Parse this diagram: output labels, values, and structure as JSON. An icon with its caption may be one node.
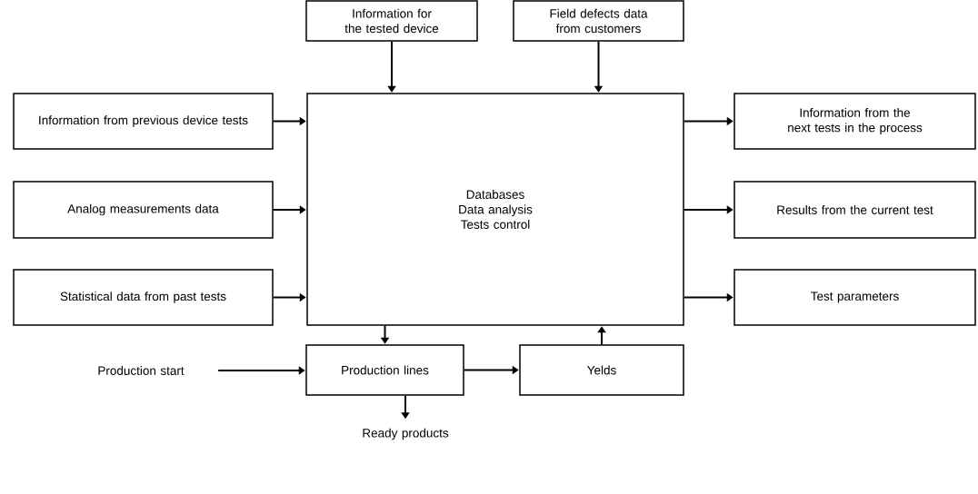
{
  "diagram": {
    "nodes": [
      {
        "text": [
          "Databases",
          "Data analysis",
          "Tests control"
        ]
      },
      {
        "text": [
          "Information for the tested device"
        ]
      },
      {
        "text": [
          "Field defects data from customers"
        ]
      },
      {
        "text": [
          "Information from previous device tests"
        ]
      },
      {
        "text": [
          "Analog measurements data"
        ]
      },
      {
        "text": [
          "Statistical data from past tests"
        ]
      },
      {
        "text": [
          "Information from the next tests in the process"
        ]
      },
      {
        "text": [
          "Results from the current test"
        ]
      },
      {
        "text": [
          "Test parameters"
        ]
      },
      {
        "text": [
          "Production lines"
        ]
      },
      {
        "text": [
          "Yelds"
        ]
      },
      {
        "text": [
          "Production start"
        ]
      },
      {
        "text": [
          "Ready products"
        ]
      }
    ],
    "edges": [
      {
        "from": 1,
        "to": 0,
        "arrow": "to"
      },
      {
        "from": 2,
        "to": 0,
        "arrow": "to"
      },
      {
        "from": 3,
        "to": 0,
        "arrow": "to"
      },
      {
        "from": 4,
        "to": 0,
        "arrow": "to"
      },
      {
        "from": 5,
        "to": 0,
        "arrow": "to"
      },
      {
        "from": 0,
        "to": 6,
        "arrow": "to"
      },
      {
        "from": 0,
        "to": 7,
        "arrow": "to"
      },
      {
        "from": 0,
        "to": 8,
        "arrow": "to"
      },
      {
        "from": 0,
        "to": 9,
        "arrow": "to"
      },
      {
        "from": 10,
        "to": 0,
        "arrow": "to"
      },
      {
        "from": 11,
        "to": 9,
        "arrow": "to"
      },
      {
        "from": 9,
        "to": 10,
        "arrow": "to"
      },
      {
        "from": 9,
        "to": 12,
        "arrow": "to"
      }
    ]
  }
}
